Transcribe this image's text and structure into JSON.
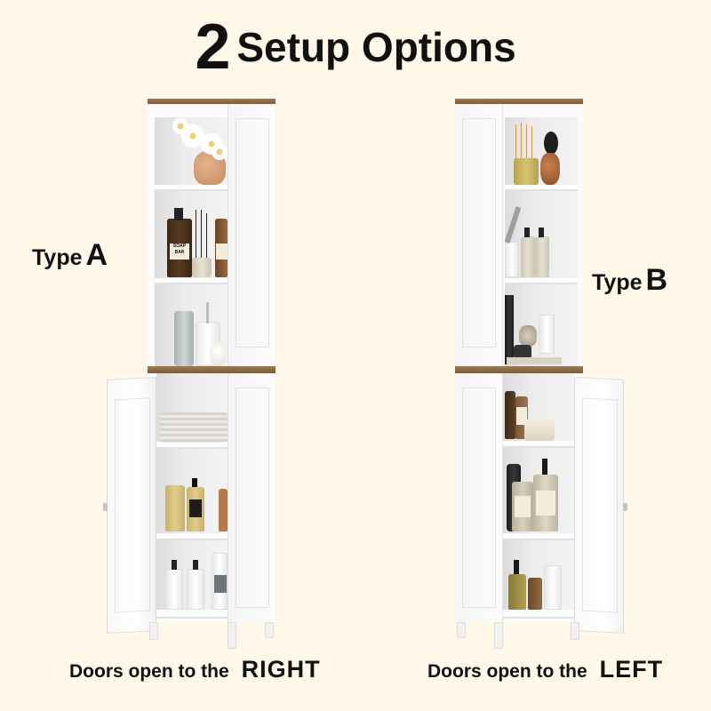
{
  "heading": {
    "number": "2",
    "text": "Setup Options"
  },
  "options": [
    {
      "type_word": "Type",
      "type_letter": "A",
      "caption_prefix": "Doors open to the",
      "caption_direction": "RIGHT",
      "door_hinge_side": "left"
    },
    {
      "type_word": "Type",
      "type_letter": "B",
      "caption_prefix": "Doors open to the",
      "caption_direction": "LEFT",
      "door_hinge_side": "right"
    }
  ],
  "product_labels": {
    "soap_bar": "SOAP BAR"
  },
  "colors": {
    "background": "#FFF8E8",
    "text": "#111111",
    "cabinet_white": "#FBFBFB",
    "wood_top": "#8B6A45"
  }
}
